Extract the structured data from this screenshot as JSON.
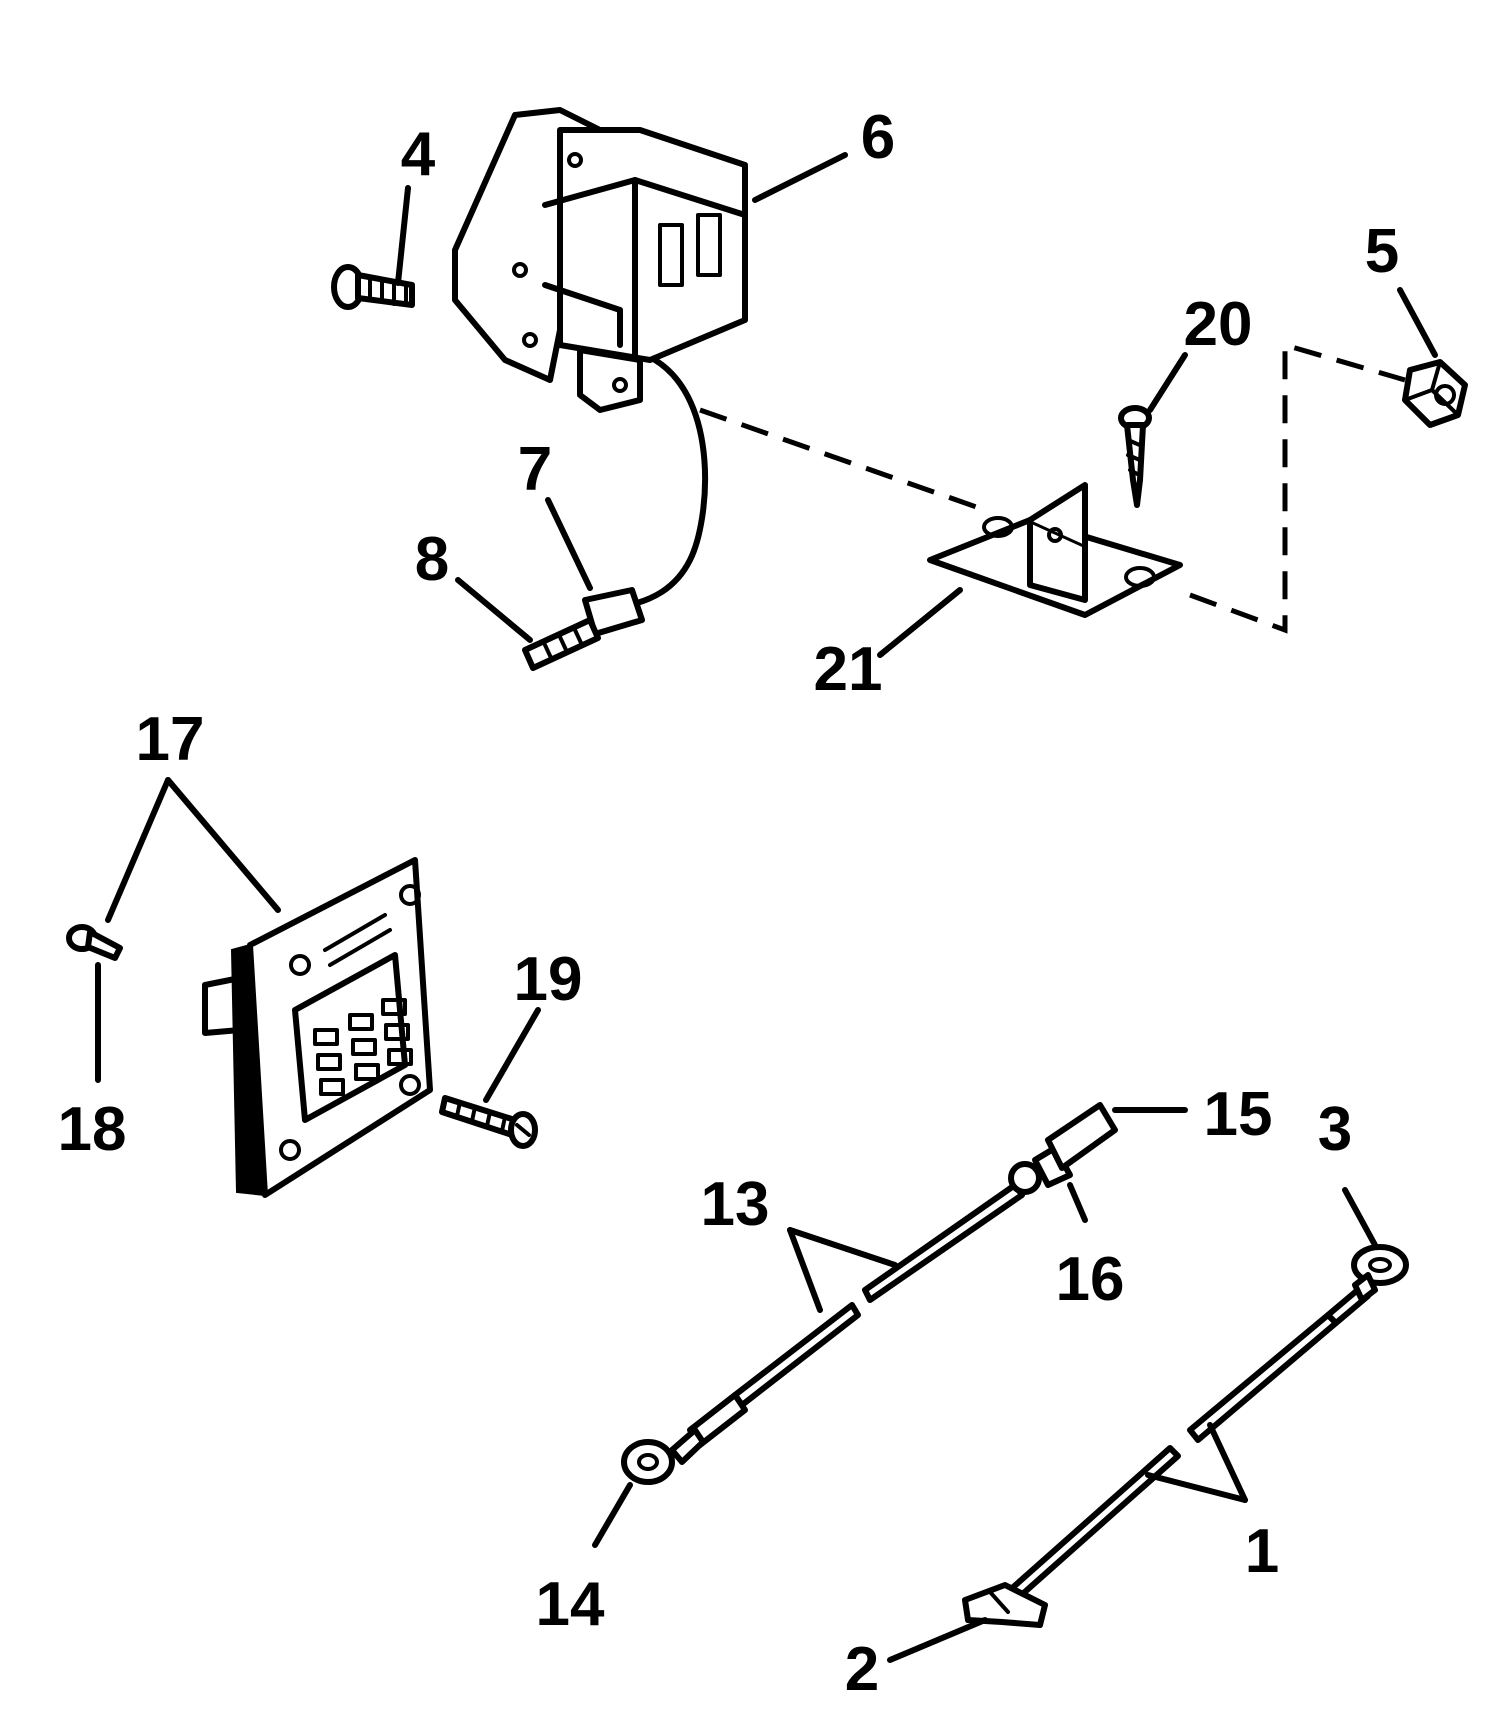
{
  "callouts": {
    "c1": "1",
    "c2": "2",
    "c3": "3",
    "c4": "4",
    "c5": "5",
    "c6": "6",
    "c7": "7",
    "c8": "8",
    "c13": "13",
    "c14": "14",
    "c15": "15",
    "c16": "16",
    "c17": "17",
    "c18": "18",
    "c19": "19",
    "c20": "20",
    "c21": "21"
  },
  "colors": {
    "ink": "#000000",
    "paper": "#ffffff"
  }
}
